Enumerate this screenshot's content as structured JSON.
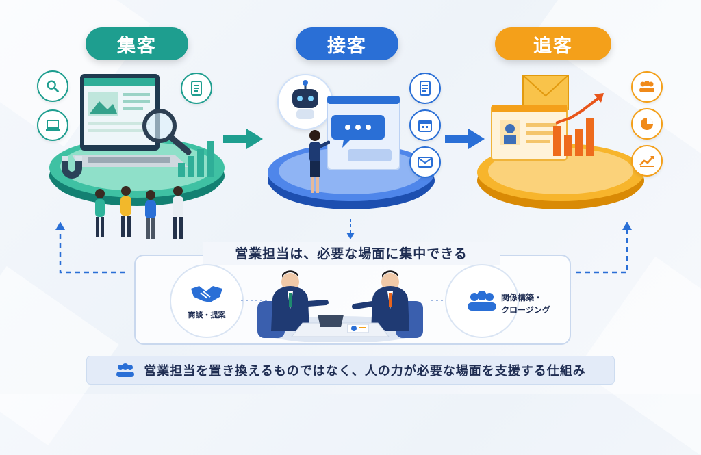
{
  "stages": [
    {
      "label": "集客",
      "color": "#1e9e8f"
    },
    {
      "label": "接客",
      "color": "#2a6fd6"
    },
    {
      "label": "追客",
      "color": "#f4a01a"
    }
  ],
  "icons": {
    "stage1": [
      "search-icon",
      "laptop-icon",
      "document-icon"
    ],
    "stage2": [
      "document-icon",
      "calendar-icon",
      "mail-icon"
    ],
    "stage3": [
      "people-icon",
      "pie-chart-icon",
      "trend-chart-icon"
    ]
  },
  "main_box": {
    "title": "営業担当は、必要な場面に集中できる",
    "left_label": "商談・提案",
    "right_label_line1": "関係構築・",
    "right_label_line2": "クロージング"
  },
  "footer": {
    "text": "営業担当を置き換えるものではなく、人の力が必要な場面を支援する仕組み"
  }
}
